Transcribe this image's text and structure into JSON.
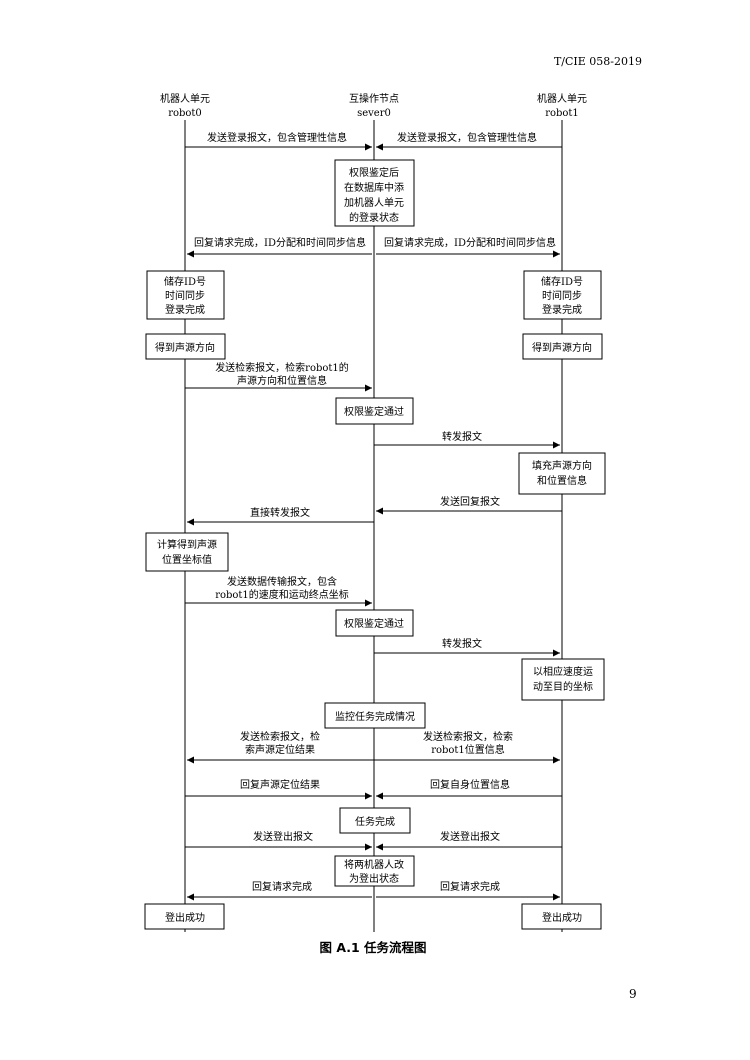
{
  "header": {
    "doc_number": "T/CIE 058-2019"
  },
  "page_number": "9",
  "lifelines": {
    "left": {
      "name": "机器人单元",
      "id": "robot0"
    },
    "center": {
      "name": "互操作节点",
      "id": "sever0"
    },
    "right": {
      "name": "机器人单元",
      "id": "robot1"
    }
  },
  "messages": {
    "m1_left": "发送登录报文，包含管理性信息",
    "m1_right": "发送登录报文，包含管理性信息",
    "m2_left": "回复请求完成，ID分配和时间同步信息",
    "m2_right": "回复请求完成，ID分配和时间同步信息",
    "m3_l1": "发送检索报文，检索robot1的",
    "m3_l2": "声源方向和位置信息",
    "m4": "转发报文",
    "m5": "发送回复报文",
    "m6": "直接转发报文",
    "m7_l1": "发送数据传输报文，包含",
    "m7_l2": "robot1的速度和运动终点坐标",
    "m8": "转发报文",
    "m9_left_l1": "发送检索报文，检",
    "m9_left_l2": "索声源定位结果",
    "m9_right_l1": "发送检索报文，检索",
    "m9_right_l2": "robot1位置信息",
    "m10_left": "回复声源定位结果",
    "m10_right": "回复自身位置信息",
    "m11_left": "发送登出报文",
    "m11_right": "发送登出报文",
    "m12_left": "回复请求完成",
    "m12_right": "回复请求完成"
  },
  "boxes": {
    "auth_login": [
      "权限鉴定后",
      "在数据库中添",
      "加机器人单元",
      "的登录状态"
    ],
    "store_left": [
      "储存ID号",
      "时间同步",
      "登录完成"
    ],
    "store_right": [
      "储存ID号",
      "时间同步",
      "登录完成"
    ],
    "sound_left": "得到声源方向",
    "sound_right": "得到声源方向",
    "auth_pass_1": "权限鉴定通过",
    "fill_info": [
      "填充声源方向",
      "和位置信息"
    ],
    "calc_coord": [
      "计算得到声源",
      "位置坐标值"
    ],
    "auth_pass_2": "权限鉴定通过",
    "move_target": [
      "以相应速度运",
      "动至目的坐标"
    ],
    "monitor": "监控任务完成情况",
    "task_done": "任务完成",
    "logout_state": [
      "将两机器人改",
      "为登出状态"
    ],
    "logout_left": "登出成功",
    "logout_right": "登出成功"
  },
  "caption": "图 A.1 任务流程图"
}
